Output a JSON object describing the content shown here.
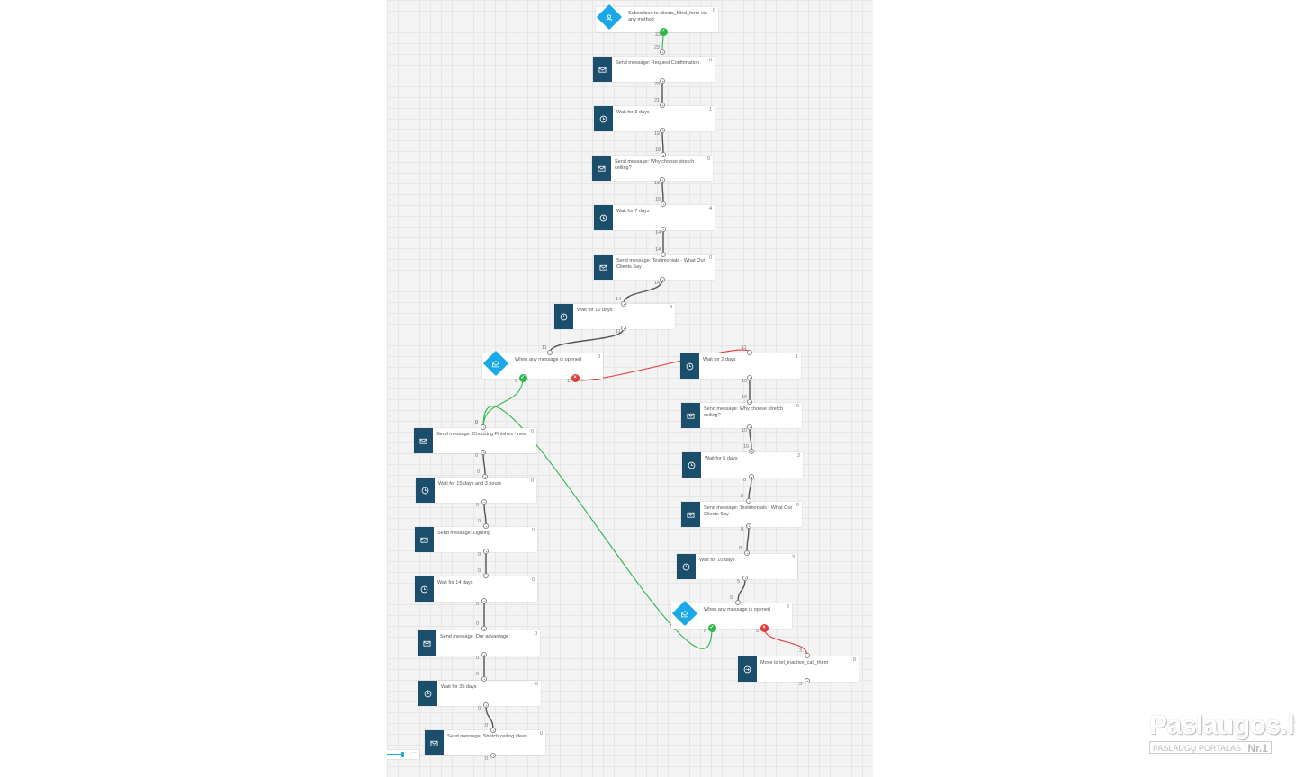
{
  "watermark": {
    "brand": "Paslaugos.lt",
    "sub": "PASLAUGŲ PORTALAS",
    "nr": "Nr.1"
  },
  "zoom": {
    "level": 0.55,
    "menu": "···"
  },
  "colors": {
    "message": "#1b4e6b",
    "trigger": "#1aa9e6",
    "yes": "#2db84b",
    "no": "#e03a3a",
    "wire": "#555555"
  },
  "nodes": [
    {
      "id": "n0",
      "type": "trigger",
      "icon": "user-icon",
      "label": "Subscribed to clients_filled_form via any method",
      "count": "0"
    },
    {
      "id": "n1",
      "type": "message",
      "icon": "envelope-icon",
      "label": "Send message: Request Confirmation",
      "count": "0"
    },
    {
      "id": "n2",
      "type": "wait",
      "icon": "clock-icon",
      "label": "Wait for 3 days",
      "count": "1"
    },
    {
      "id": "n3",
      "type": "message",
      "icon": "envelope-icon",
      "label": "Send message: Why choose stretch ceiling?",
      "count": "0"
    },
    {
      "id": "n4",
      "type": "wait",
      "icon": "clock-icon",
      "label": "Wait for 7 days",
      "count": "4"
    },
    {
      "id": "n5",
      "type": "message",
      "icon": "envelope-icon",
      "label": "Send message: Testimonials - What Our Clients Say",
      "count": "0"
    },
    {
      "id": "n6",
      "type": "wait",
      "icon": "clock-icon",
      "label": "Wait for 10 days",
      "count": "3"
    },
    {
      "id": "n7",
      "type": "trigger",
      "icon": "open-mail-icon",
      "label": "When any message is opened",
      "count": "0"
    },
    {
      "id": "n8",
      "type": "wait",
      "icon": "clock-icon",
      "label": "Wait for 2 days",
      "count": "1"
    },
    {
      "id": "n9",
      "type": "message",
      "icon": "envelope-icon",
      "label": "Send message: Why choose stretch ceiling?",
      "count": "0"
    },
    {
      "id": "n10",
      "type": "wait",
      "icon": "clock-icon",
      "label": "Wait for 5 days",
      "count": "2"
    },
    {
      "id": "n11",
      "type": "message",
      "icon": "envelope-icon",
      "label": "Send message: Testimonials - What Our Clients Say",
      "count": "0"
    },
    {
      "id": "n12",
      "type": "wait",
      "icon": "clock-icon",
      "label": "Wait for 10 days",
      "count": "3"
    },
    {
      "id": "n13",
      "type": "trigger",
      "icon": "open-mail-icon",
      "label": "When any message is opened",
      "count": "2"
    },
    {
      "id": "n14",
      "type": "move",
      "icon": "arrow-circle-icon",
      "label": "Move to tel_inactive_call_them",
      "count": "0"
    },
    {
      "id": "n15",
      "type": "message",
      "icon": "envelope-icon",
      "label": "Send message: Choosing Finishes - new",
      "count": "0"
    },
    {
      "id": "n16",
      "type": "wait",
      "icon": "clock-icon",
      "label": "Wait for 15 days and 3 hours",
      "count": "0"
    },
    {
      "id": "n17",
      "type": "message",
      "icon": "envelope-icon",
      "label": "Send message: Lighting",
      "count": "0"
    },
    {
      "id": "n18",
      "type": "wait",
      "icon": "clock-icon",
      "label": "Wait for 14 days",
      "count": "0"
    },
    {
      "id": "n19",
      "type": "message",
      "icon": "envelope-icon",
      "label": "Send message: Our advantage",
      "count": "0"
    },
    {
      "id": "n20",
      "type": "wait",
      "icon": "clock-icon",
      "label": "Wait for 35 days",
      "count": "0"
    },
    {
      "id": "n21",
      "type": "message",
      "icon": "envelope-icon",
      "label": "Send message: Stretch ceiling ideas",
      "count": "0"
    }
  ],
  "connections": [
    {
      "from": "n0",
      "to": "n1",
      "kind": "yes",
      "out": "23",
      "in": "23"
    },
    {
      "from": "n1",
      "to": "n2",
      "kind": "plain",
      "out": "23",
      "in": "21"
    },
    {
      "from": "n2",
      "to": "n3",
      "kind": "plain",
      "out": "19",
      "in": "18"
    },
    {
      "from": "n3",
      "to": "n4",
      "kind": "plain",
      "out": "18",
      "in": "18"
    },
    {
      "from": "n4",
      "to": "n5",
      "kind": "plain",
      "out": "14",
      "in": "14"
    },
    {
      "from": "n5",
      "to": "n6",
      "kind": "plain",
      "out": "14",
      "in": "14"
    },
    {
      "from": "n6",
      "to": "n7",
      "kind": "plain",
      "out": "11",
      "in": "11"
    },
    {
      "from": "n7",
      "to": "n8",
      "kind": "no",
      "out": "11",
      "in": "11"
    },
    {
      "from": "n7",
      "to": "n15",
      "kind": "yes",
      "out": "0",
      "in": "0"
    },
    {
      "from": "n8",
      "to": "n9",
      "kind": "plain",
      "out": "10",
      "in": "10"
    },
    {
      "from": "n9",
      "to": "n10",
      "kind": "plain",
      "out": "10",
      "in": "10"
    },
    {
      "from": "n10",
      "to": "n11",
      "kind": "plain",
      "out": "8",
      "in": "8"
    },
    {
      "from": "n11",
      "to": "n12",
      "kind": "plain",
      "out": "8",
      "in": "8"
    },
    {
      "from": "n12",
      "to": "n13",
      "kind": "plain",
      "out": "5",
      "in": "5"
    },
    {
      "from": "n13",
      "to": "n14",
      "kind": "no",
      "out": "3",
      "in": "3"
    },
    {
      "from": "n13",
      "to": "n15",
      "kind": "yes",
      "out": "0",
      "in": "0"
    },
    {
      "from": "n15",
      "to": "n16",
      "kind": "plain",
      "out": "0",
      "in": "0"
    },
    {
      "from": "n16",
      "to": "n17",
      "kind": "plain",
      "out": "0",
      "in": "0"
    },
    {
      "from": "n17",
      "to": "n18",
      "kind": "plain",
      "out": "0",
      "in": "0"
    },
    {
      "from": "n18",
      "to": "n19",
      "kind": "plain",
      "out": "0",
      "in": "0"
    },
    {
      "from": "n19",
      "to": "n20",
      "kind": "plain",
      "out": "0",
      "in": "0"
    },
    {
      "from": "n20",
      "to": "n21",
      "kind": "plain",
      "out": "0",
      "in": "0"
    }
  ],
  "tail_counts": [
    {
      "node": "n14",
      "value": "3"
    },
    {
      "node": "n21",
      "value": "0"
    }
  ]
}
